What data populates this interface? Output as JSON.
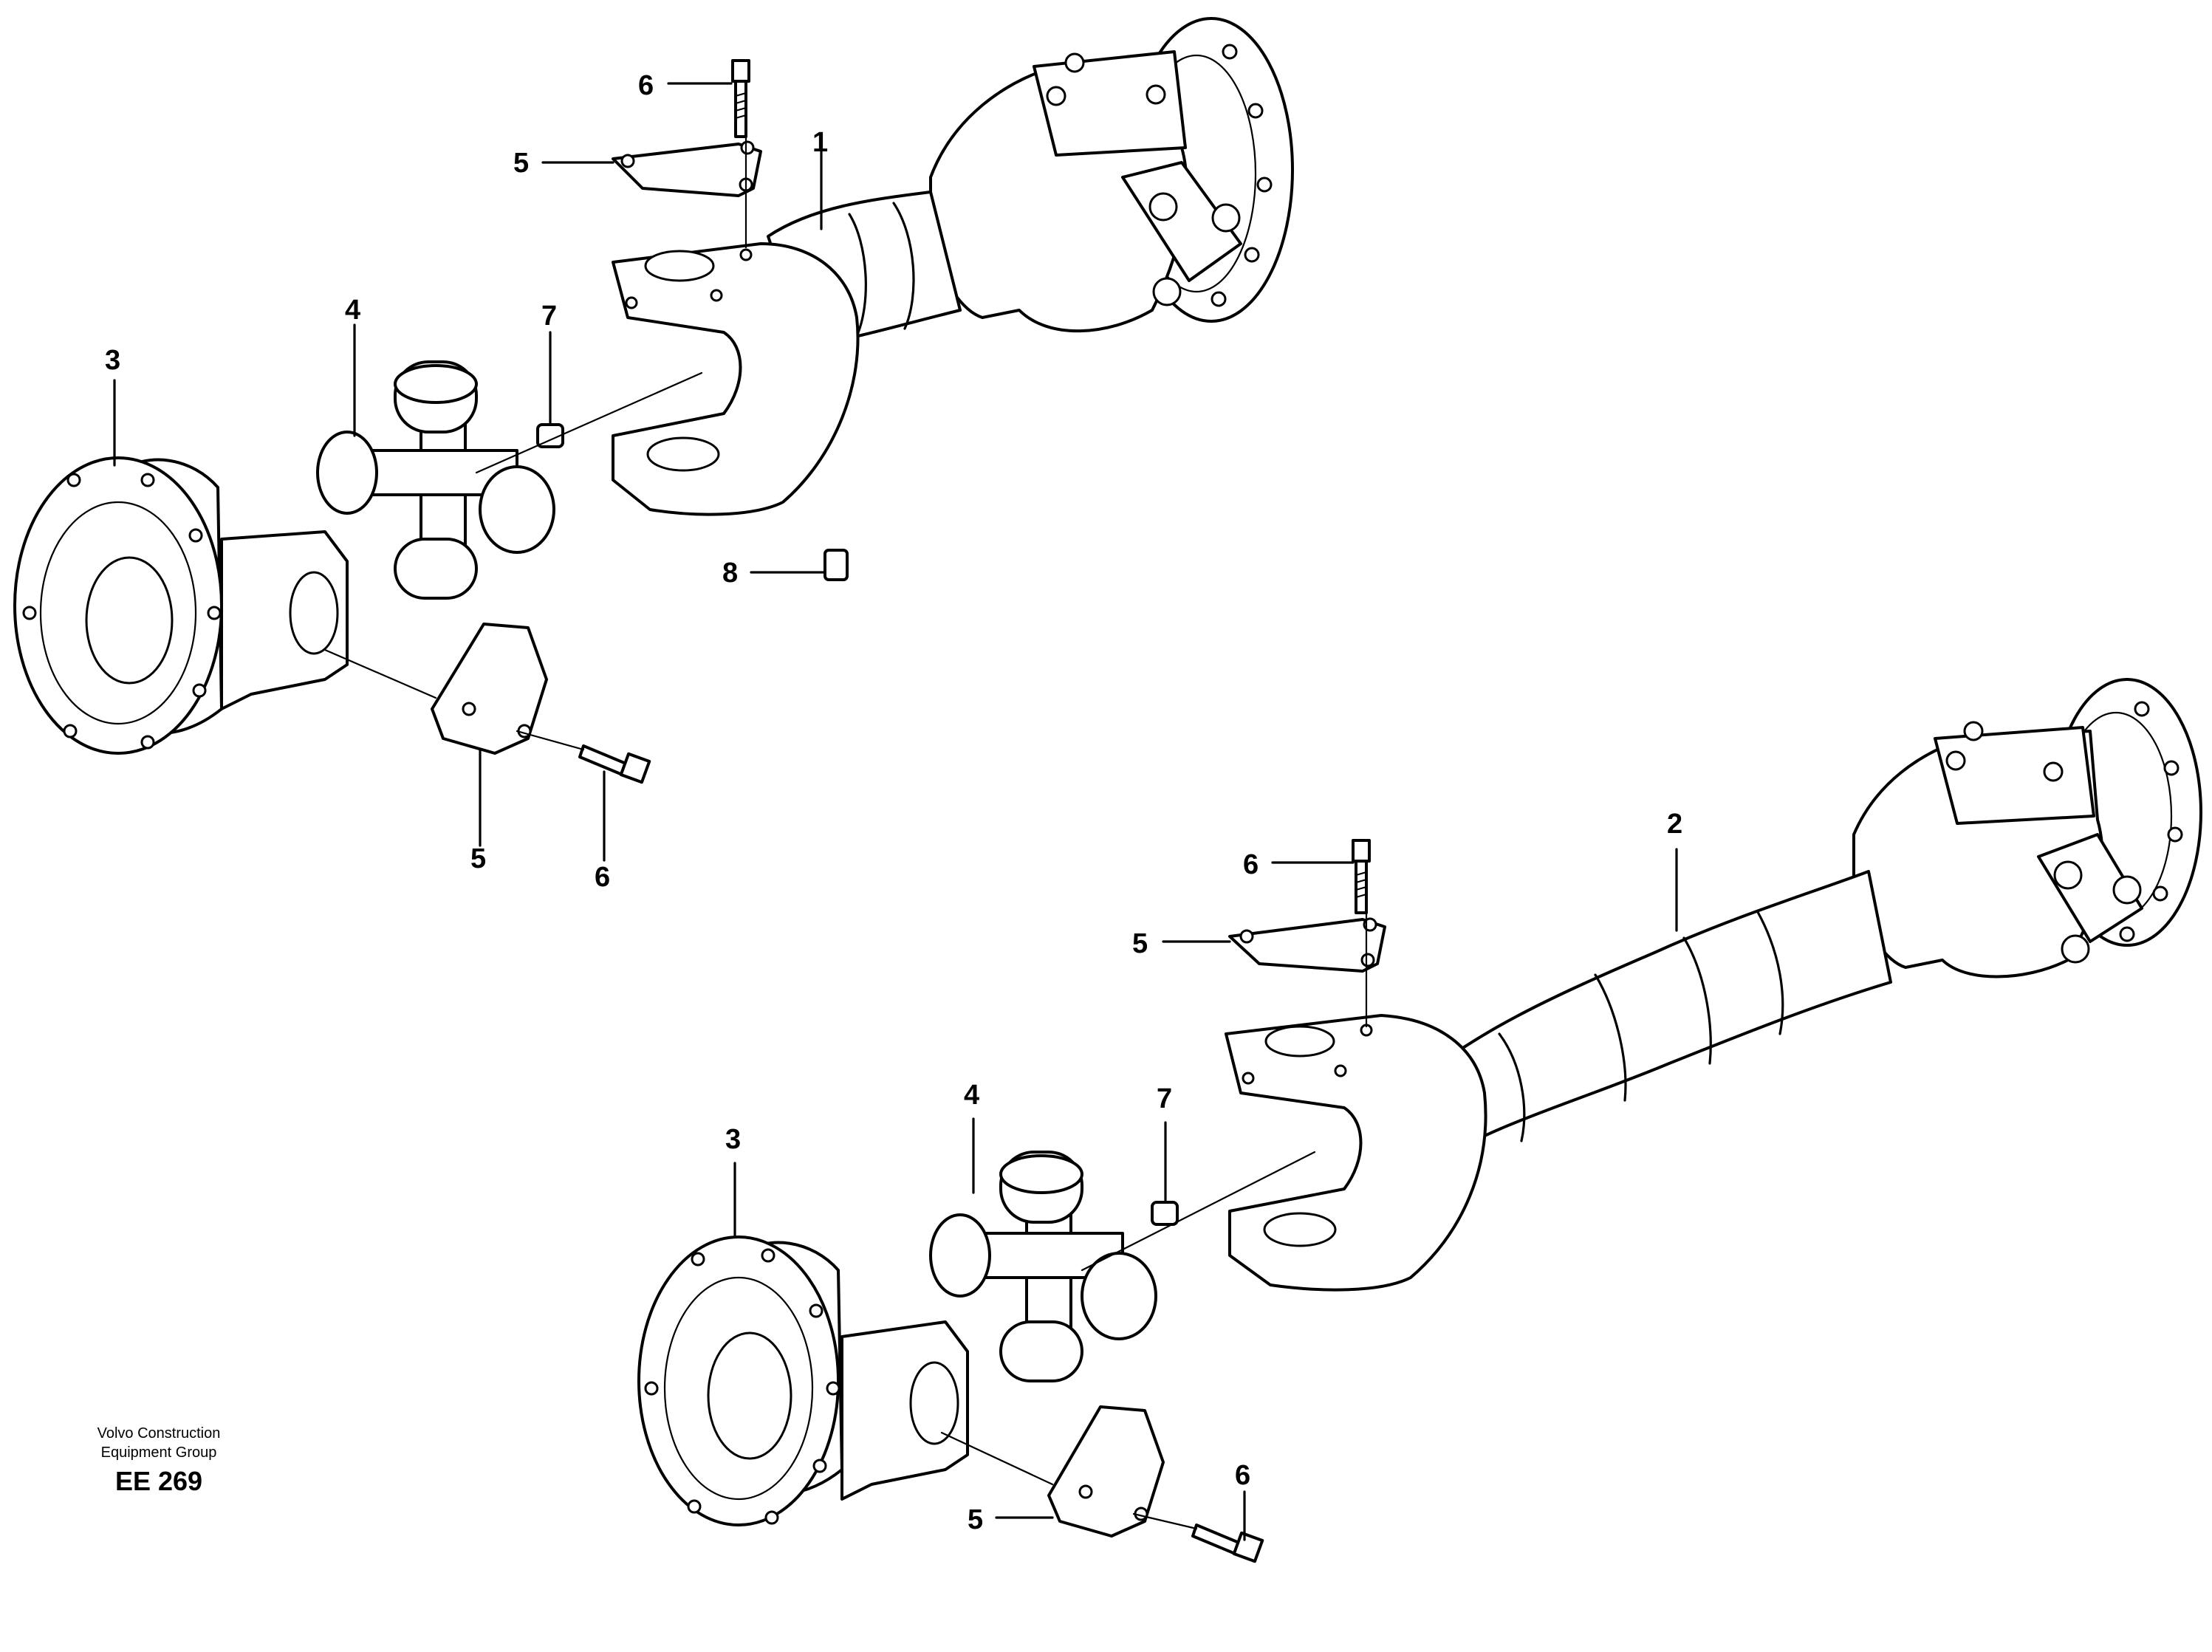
{
  "credits": {
    "line1": "Volvo Construction",
    "line2": "Equipment Group",
    "code": "EE 269"
  },
  "callouts": {
    "top": {
      "c1": "1",
      "c3": "3",
      "c4": "4",
      "c5a": "5",
      "c5b": "5",
      "c6a": "6",
      "c6b": "6",
      "c7": "7",
      "c8": "8"
    },
    "bottom": {
      "c2": "2",
      "c3": "3",
      "c4": "4",
      "c5a": "5",
      "c5b": "5",
      "c6a": "6",
      "c6b": "6",
      "c7": "7"
    }
  }
}
